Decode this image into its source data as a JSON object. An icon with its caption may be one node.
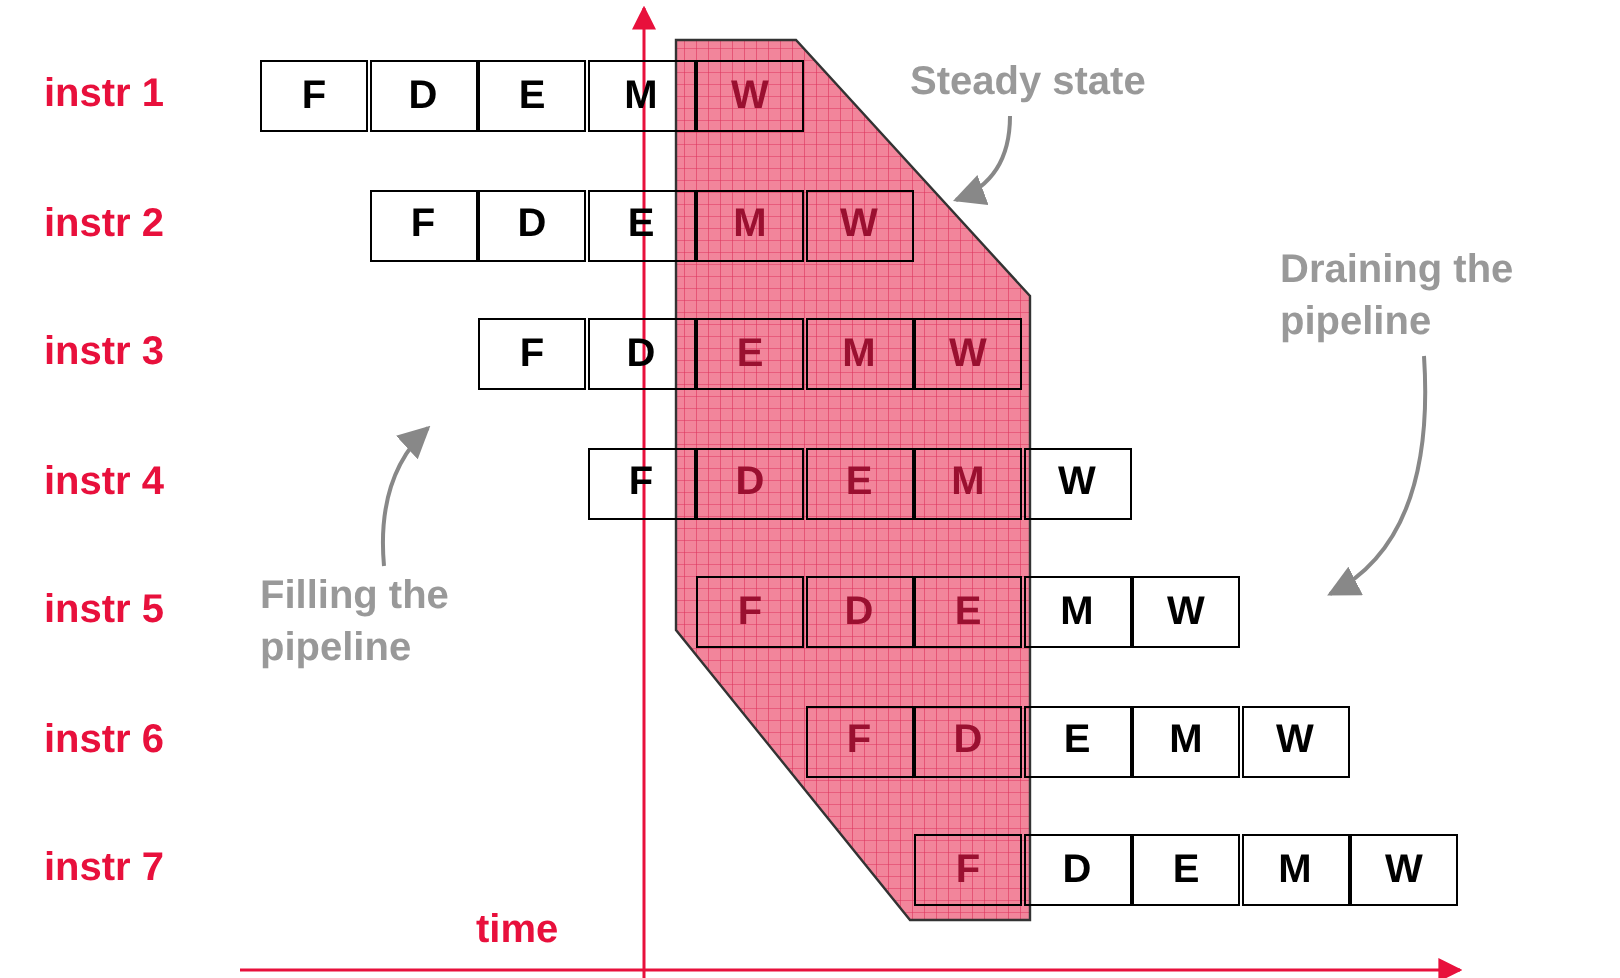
{
  "diagram": {
    "nodes": [
      {
        "text": [
          "Steady state"
        ]
      },
      {
        "text": [
          "Draining the pipeline"
        ]
      },
      {
        "text": [
          "Filling the pipeline"
        ]
      }
    ],
    "edges": [
      {
        "from": 0,
        "to": null,
        "arrow": "to"
      },
      {
        "from": 1,
        "to": null,
        "arrow": "to"
      },
      {
        "from": 2,
        "to": null,
        "arrow": "to"
      }
    ],
    "labels": [
      "instr 1",
      "F",
      "D",
      "E",
      "M",
      "W",
      "instr 2",
      "F",
      "D",
      "E",
      "M",
      "W",
      "instr 3",
      "F",
      "D",
      "E",
      "M",
      "W",
      "instr 4",
      "F",
      "D",
      "E",
      "M",
      "W",
      "instr 5",
      "F",
      "D",
      "E",
      "M",
      "W",
      "instr 6",
      "F",
      "D",
      "E",
      "M",
      "W",
      "instr 7",
      "F",
      "D",
      "E",
      "M",
      "W",
      "time"
    ]
  }
}
